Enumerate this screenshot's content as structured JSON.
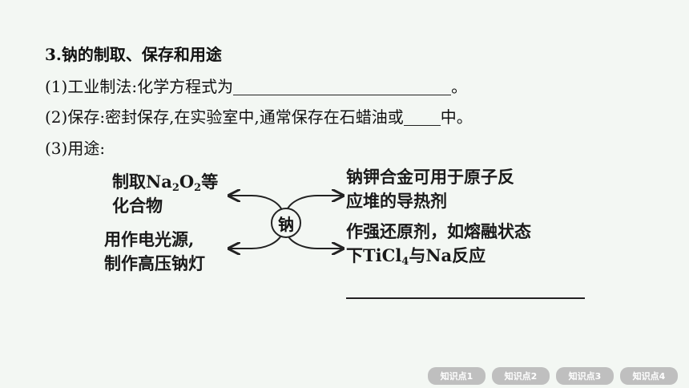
{
  "title": {
    "number": "3",
    "text": ".钠的制取、保存和用途"
  },
  "items": {
    "i1_prefix": "(1)工业制法:化学方程式为",
    "i1_suffix": "。",
    "i2_prefix": "(2)保存:密封保存,在实验室中,通常保存在石蜡油或",
    "i2_suffix": "中。",
    "i3": "(3)用途:"
  },
  "diagram": {
    "center": "钠",
    "left_top_a": "制取Na",
    "left_top_sub1": "2",
    "left_top_b": "O",
    "left_top_sub2": "2",
    "left_top_c": "等",
    "left_top_line2": "化合物",
    "left_bottom_line1": "用作电光源,",
    "left_bottom_line2": "制作高压钠灯",
    "right_top_line1": "钠钾合金可用于原子反",
    "right_top_line2": "应堆的导热剂",
    "right_bottom_line1": "作强还原剂，如熔融状态",
    "right_bottom_a": "下TiCl",
    "right_bottom_sub": "4",
    "right_bottom_b": "与Na反应"
  },
  "nav": [
    "知识点1",
    "知识点2",
    "知识点3",
    "知识点4"
  ]
}
